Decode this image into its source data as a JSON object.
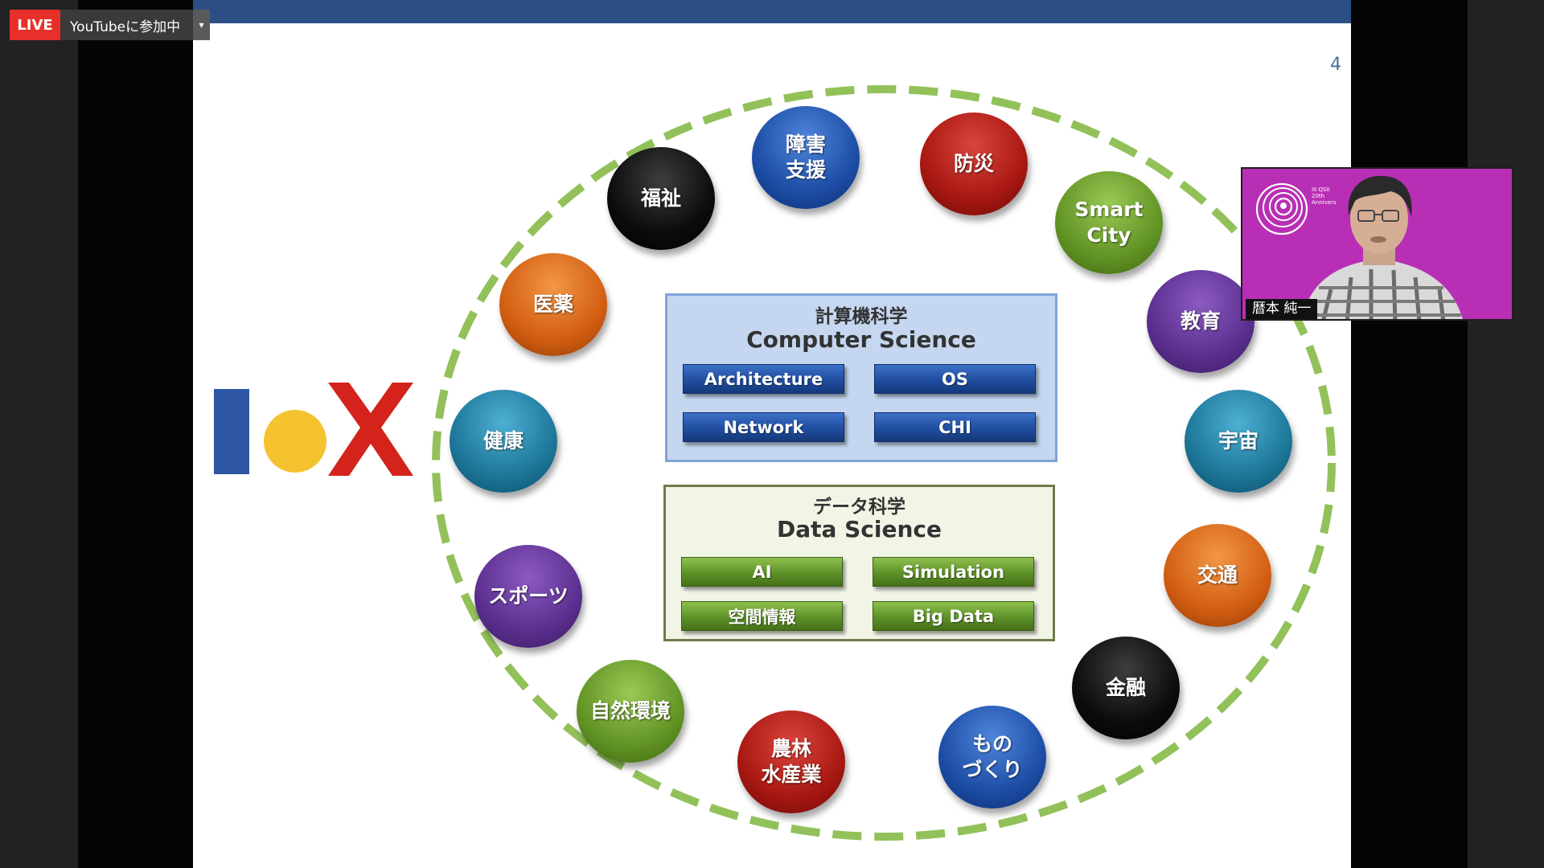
{
  "live_bar": {
    "badge": "LIVE",
    "label": "YouTubeに参加中",
    "dropdown_icon": "▾"
  },
  "slide": {
    "page_number": "4",
    "logo": {
      "letter": "X",
      "colors": {
        "bar": "#2d57a3",
        "dot": "#f5c230",
        "x": "#d3231a"
      }
    },
    "categories": [
      {
        "label": "障害\n支援",
        "color": "blue"
      },
      {
        "label": "防災",
        "color": "red"
      },
      {
        "label": "Smart\nCity",
        "color": "green"
      },
      {
        "label": "教育",
        "color": "purple"
      },
      {
        "label": "宇宙",
        "color": "teal"
      },
      {
        "label": "交通",
        "color": "orange"
      },
      {
        "label": "金融",
        "color": "black"
      },
      {
        "label": "もの\nづくり",
        "color": "blue"
      },
      {
        "label": "農林\n水産業",
        "color": "red"
      },
      {
        "label": "自然環境",
        "color": "green"
      },
      {
        "label": "スポーツ",
        "color": "purple"
      },
      {
        "label": "健康",
        "color": "teal"
      },
      {
        "label": "医薬",
        "color": "orange"
      },
      {
        "label": "福祉",
        "color": "black"
      }
    ],
    "computer_science": {
      "title_jp": "計算機科学",
      "title_en": "Computer Science",
      "items": [
        "Architecture",
        "OS",
        "Network",
        "CHI"
      ]
    },
    "data_science": {
      "title_jp": "データ科学",
      "title_en": "Data Science",
      "items": [
        "AI",
        "Simulation",
        "空間情報",
        "Big Data"
      ]
    }
  },
  "webcam": {
    "logo_text": "III QSII\n20th\nAnnivers",
    "name": "暦本 純一",
    "background_color": "#b82fb5"
  }
}
